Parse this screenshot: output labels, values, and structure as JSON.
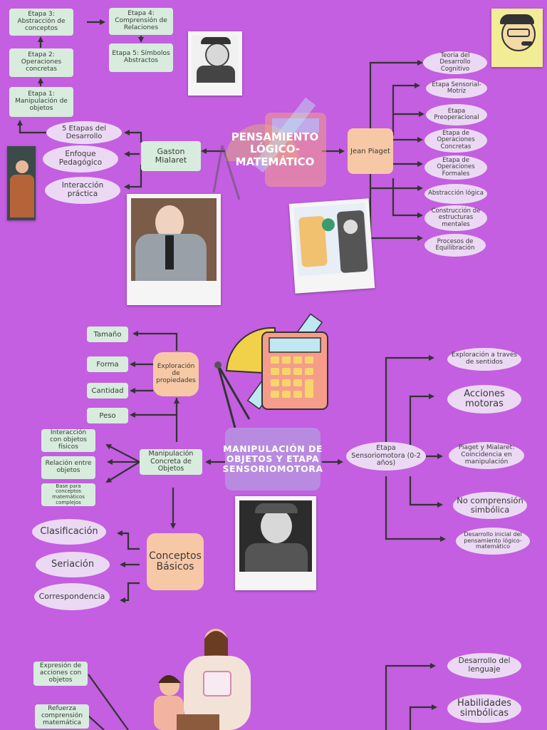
{
  "section1": {
    "center": "PENSAMIENTO LÓGICO-MATEMÁTICO",
    "mialaret": "Gaston Mialaret",
    "piaget": "Jean Piaget",
    "etapas": {
      "e1": "Etapa 1: Manipulación de objetos",
      "e2": "Etapa 2: Operaciones concretas",
      "e3": "Etapa 3: Abstracción de conceptos",
      "e4": "Etapa 4: Comprensión de Relaciones",
      "e5": "Etapa 5: Símbolos Abstractos"
    },
    "mialaret_items": [
      "5 Etapas del Desarrollo",
      "Enfoque Pedagógico",
      "Interacción práctica"
    ],
    "piaget_items": [
      "Teoría del Desarrollo Cognitivo",
      "Etapa Sensorial-Motriz",
      "Etapa Preoperacional",
      "Etapa de Operaciones Concretas",
      "Etapa de Operaciones Formales",
      "Abstracción lógica",
      "Construcción de estructuras mentales",
      "Procesos de Equilibración"
    ]
  },
  "section2": {
    "center": "MANIPULACIÓN DE OBJETOS Y ETAPA SENSORIOMOTORA",
    "exploracion": "Exploración de propiedades",
    "prop_items": [
      "Tamaño",
      "Forma",
      "Cantidad",
      "Peso"
    ],
    "manipulacion": "Manipulación Concreta de Objetos",
    "manip_items": [
      "Interacción con objetos físicos",
      "Relación entre objetos",
      "Base para conceptos matemáticos complejos"
    ],
    "conceptos": "Conceptos Básicos",
    "concept_items": [
      "Clasificación",
      "Seriación",
      "Correspondencia"
    ],
    "sensoriomotora": "Etapa Sensoriomotora (0-2 años)",
    "sensor_items": [
      "Exploración a través de sentidos",
      "Acciones motoras",
      "Piaget y Mialaret: Coincidencia en manipulación",
      "No comprensión simbólica",
      "Desarrollo inicial del pensamiento lógico-matemático"
    ]
  },
  "section3": {
    "left_items": [
      "Expresión de acciones con objetos",
      "Refuerza comprensión matemática"
    ],
    "right_items": [
      "Desarrollo del lenguaje",
      "Habilidades simbólicas"
    ]
  },
  "icons": {
    "calculator": "calculator-icon",
    "ruler": "ruler-icon",
    "compass": "compass-icon",
    "protractor": "protractor-icon"
  }
}
